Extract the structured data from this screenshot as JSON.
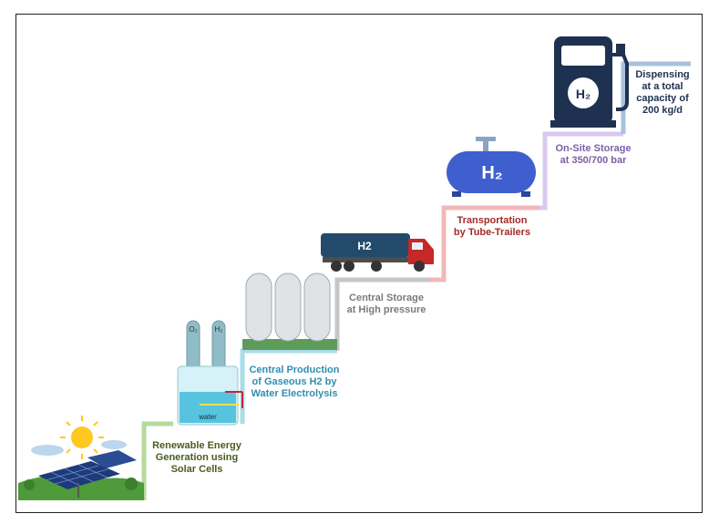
{
  "steps": [
    {
      "label": "Renewable Energy\nGeneration using\nSolar Cells",
      "color": "#4a5e1c"
    },
    {
      "label": "Central Production\nof Gaseous H2 by\nWater Electrolysis",
      "color": "#2f8fb0"
    },
    {
      "label": "Central Storage\nat High pressure",
      "color": "#7a7a7a"
    },
    {
      "label": "Transportation\nby Tube-Trailers",
      "color": "#a52a2a"
    },
    {
      "label": "On-Site Storage\nat 350/700 bar",
      "color": "#7b5fa6"
    },
    {
      "label": "Dispensing\nat a total\ncapacity of\n200 kg/d",
      "color": "#1f3150"
    }
  ],
  "icons": {
    "electrolyzer_tube_left": "O₂",
    "electrolyzer_tube_right": "H₂",
    "beaker_text": "water",
    "truck_tank_text": "H2",
    "tank_text": "H₂",
    "dispenser_text": "H₂"
  },
  "colors": {
    "step1": "#b5d99c",
    "step2": "#a9dcea",
    "step3": "#c6c6c6",
    "step4": "#f2b8b8",
    "step5": "#d9c8ef",
    "step6": "#a8c2de"
  }
}
